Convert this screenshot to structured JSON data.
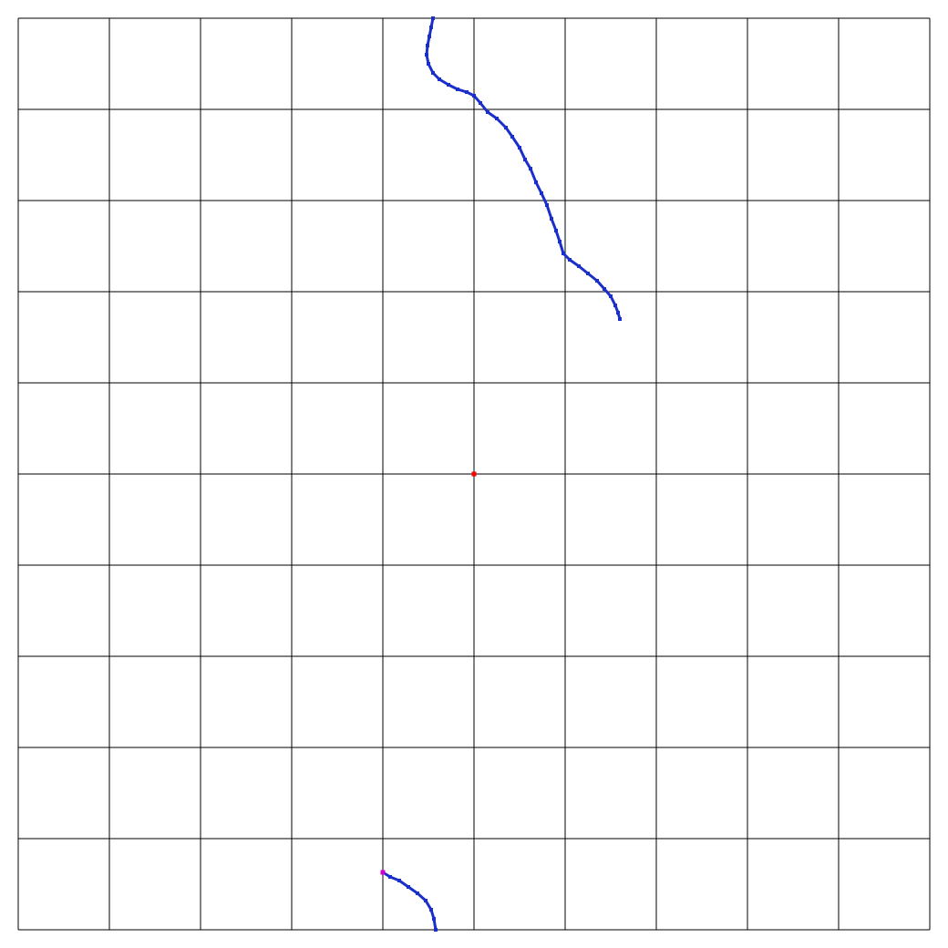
{
  "grid": {
    "rows": 10,
    "cols": 10,
    "line_color": "#000000",
    "background": "#ffffff"
  },
  "trajectory": {
    "color": "#1a2ecc",
    "points": [
      [
        4.55,
        0.0
      ],
      [
        4.53,
        0.1
      ],
      [
        4.51,
        0.2
      ],
      [
        4.49,
        0.3
      ],
      [
        4.48,
        0.4
      ],
      [
        4.5,
        0.5
      ],
      [
        4.55,
        0.6
      ],
      [
        4.62,
        0.67
      ],
      [
        4.72,
        0.73
      ],
      [
        4.82,
        0.78
      ],
      [
        4.92,
        0.81
      ],
      [
        5.0,
        0.85
      ],
      [
        5.07,
        0.93
      ],
      [
        5.15,
        1.03
      ],
      [
        5.25,
        1.1
      ],
      [
        5.35,
        1.2
      ],
      [
        5.42,
        1.3
      ],
      [
        5.5,
        1.42
      ],
      [
        5.56,
        1.55
      ],
      [
        5.62,
        1.65
      ],
      [
        5.68,
        1.8
      ],
      [
        5.74,
        1.92
      ],
      [
        5.8,
        2.05
      ],
      [
        5.85,
        2.2
      ],
      [
        5.9,
        2.33
      ],
      [
        5.94,
        2.45
      ],
      [
        5.98,
        2.58
      ],
      [
        6.05,
        2.65
      ],
      [
        6.15,
        2.72
      ],
      [
        6.25,
        2.8
      ],
      [
        6.35,
        2.88
      ],
      [
        6.43,
        2.97
      ],
      [
        6.5,
        3.05
      ],
      [
        6.55,
        3.15
      ],
      [
        6.58,
        3.23
      ],
      [
        6.6,
        3.3
      ]
    ],
    "wrap_points": [
      [
        4.0,
        9.37
      ],
      [
        4.08,
        9.42
      ],
      [
        4.18,
        9.46
      ],
      [
        4.28,
        9.53
      ],
      [
        4.38,
        9.6
      ],
      [
        4.47,
        9.68
      ],
      [
        4.53,
        9.78
      ],
      [
        4.56,
        9.88
      ],
      [
        4.58,
        10.0
      ]
    ]
  },
  "markers": {
    "center": {
      "color": "#ff0000",
      "pos": [
        5.0,
        5.0
      ]
    },
    "start": {
      "color": "#cc00cc",
      "pos": [
        4.0,
        9.37
      ]
    }
  }
}
